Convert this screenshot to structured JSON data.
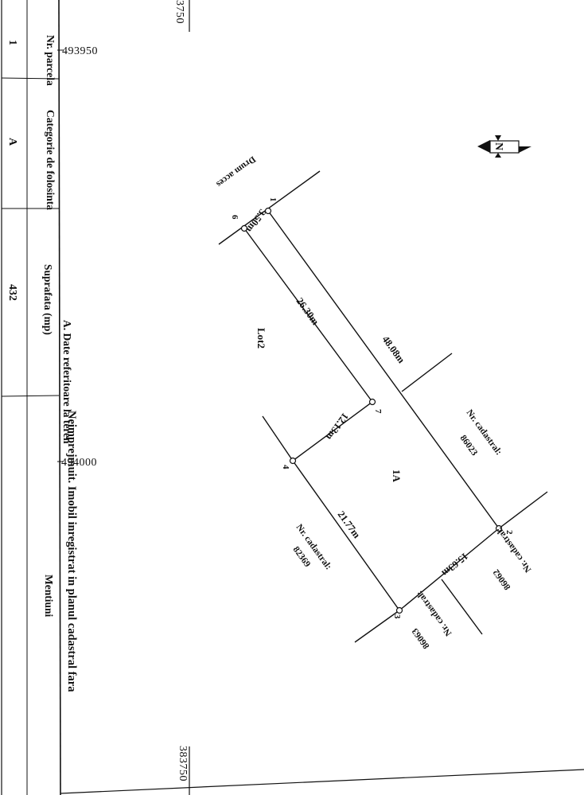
{
  "grid": {
    "y_top": "3750",
    "y_bottom": "383750",
    "x_first": "493950",
    "x_second": "494000"
  },
  "table": {
    "section_title": "A. Date referitoare la teren",
    "headers": [
      "Nr. parcela",
      "Categorie de folosinta",
      "Suprafata (mp)",
      "Mentiuni"
    ],
    "row": [
      "1",
      "A",
      "432",
      "Neimprejmuit. Imobil inregistrat in planul cadastral fara"
    ]
  },
  "plan": {
    "north_symbol": "N",
    "points": [
      "1",
      "2",
      "3",
      "4",
      "6",
      "7"
    ],
    "dimensions": {
      "side_1_2": "48.08m",
      "side_6_7": "26.30m",
      "side_7_4": "12.13m",
      "side_4_3": "21.77m",
      "side_2_3": "15.63m",
      "side_1_6": "3.50m"
    },
    "parcel_label": "1A",
    "neighbor_lot": "Lot2",
    "access_road": "Drum acces",
    "cadastral": [
      {
        "label": "Nr. cadastral:",
        "number": "86023"
      },
      {
        "label": "Nr. cadastral:",
        "number": "86062"
      },
      {
        "label": "Nr. cadastral:",
        "number": "86063"
      },
      {
        "label": "Nr. cadastral:",
        "number": "82369"
      }
    ]
  }
}
